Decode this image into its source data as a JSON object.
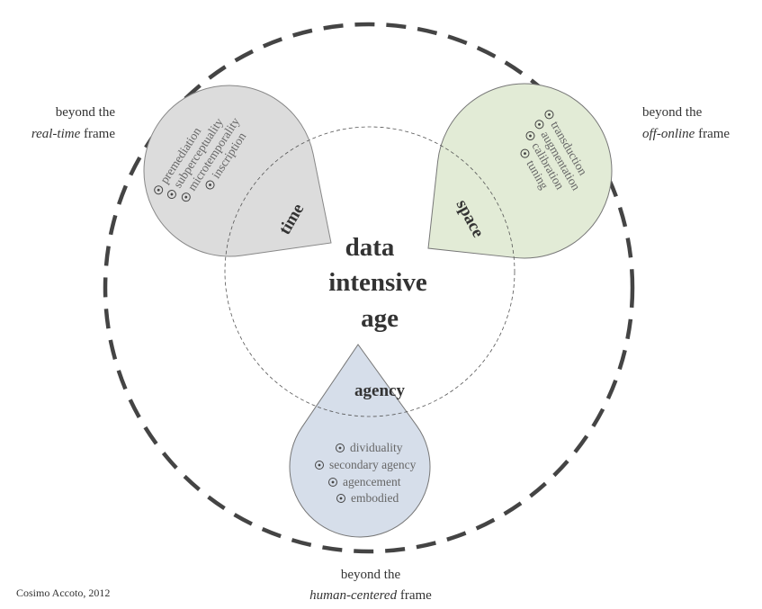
{
  "center_title": [
    "data",
    "intensive",
    "age"
  ],
  "colors": {
    "time": "#dcdcdc",
    "space": "#e2ebd6",
    "agency": "#d6deea"
  },
  "time": {
    "label": "time",
    "items": [
      "premediation",
      "subperceptuality",
      "microtemporality",
      "inscription"
    ]
  },
  "space": {
    "label": "space",
    "items": [
      "transduction",
      "augmentation",
      "calibration",
      "tuning"
    ]
  },
  "agency": {
    "label": "agency",
    "items": [
      "dividuality",
      "secondary agency",
      "agencement",
      "embodied"
    ]
  },
  "frames": {
    "left": {
      "line1": "beyond the",
      "italic": "real-time",
      "rest": " frame"
    },
    "right": {
      "line1": "beyond the",
      "italic": "off-online",
      "rest": " frame"
    },
    "bottom": {
      "line1": "beyond the",
      "italic": "human-centered",
      "rest": " frame"
    }
  },
  "credit": "Cosimo Accoto, 2012"
}
